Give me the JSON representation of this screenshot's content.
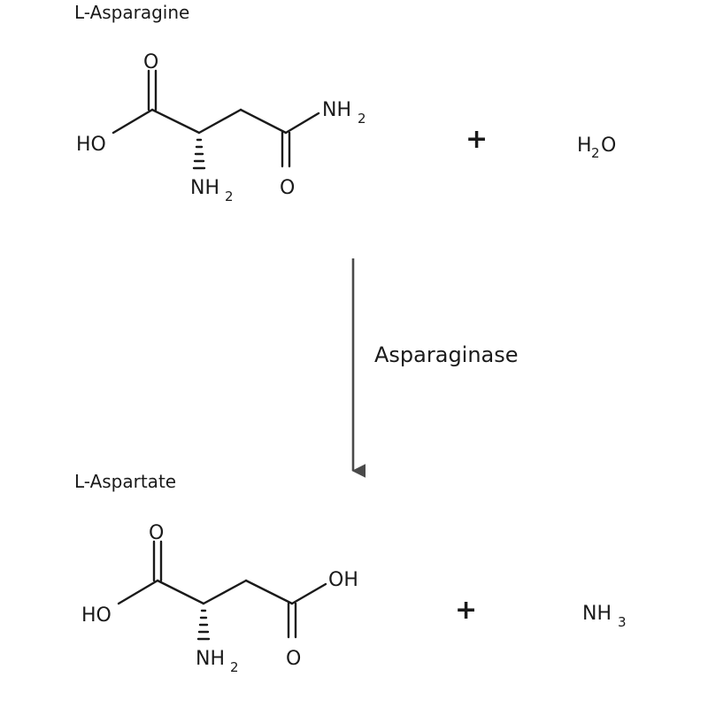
{
  "reactant": {
    "name": "L-Asparagine",
    "atoms": {
      "carbonyl_o": "O",
      "ho": "HO",
      "amine_n": "NH",
      "amine_sub": "2",
      "amide_n": "NH",
      "amide_sub": "2",
      "amide_o": "O"
    }
  },
  "plus_top": "+",
  "water": {
    "main_h": "H",
    "sub": "2",
    "main_o": "O"
  },
  "enzyme": "Asparaginase",
  "product": {
    "name": "L-Aspartate",
    "atoms": {
      "carbonyl_o": "O",
      "ho": "HO",
      "amine_n": "NH",
      "amine_sub": "2",
      "acid_oh": "OH",
      "acid_o": "O"
    }
  },
  "plus_bottom": "+",
  "ammonia": {
    "main": "NH",
    "sub": "3"
  }
}
